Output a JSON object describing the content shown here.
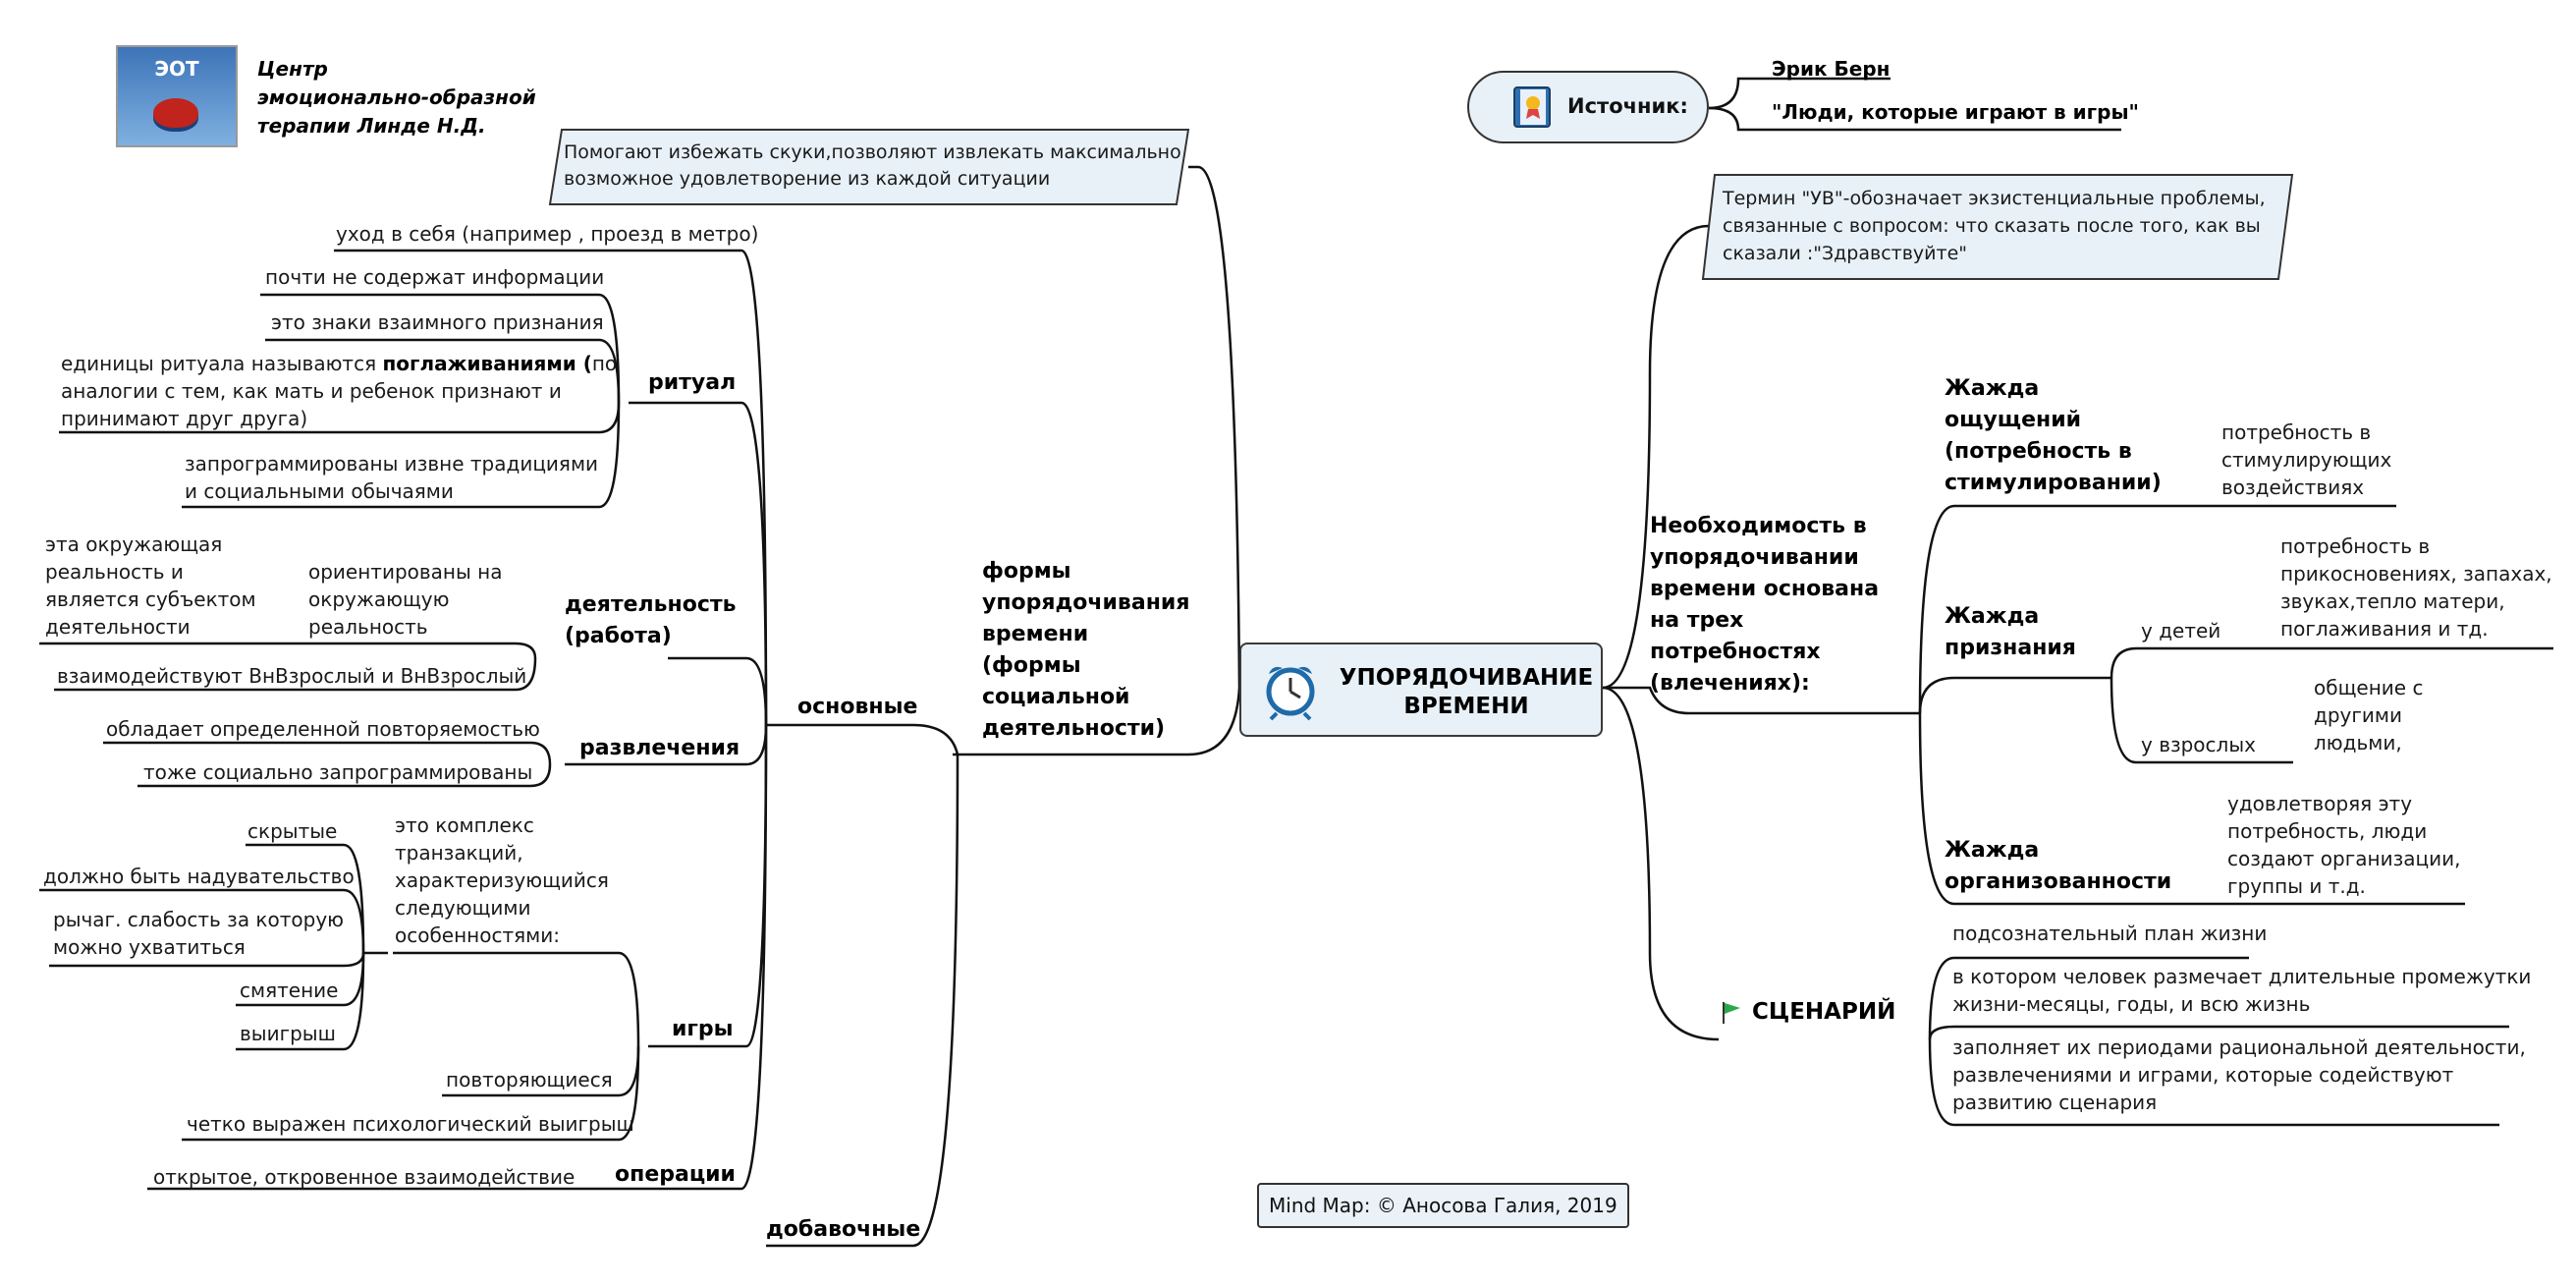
{
  "logo": {
    "badge": "ЭОТ",
    "title_lines": [
      "Центр",
      "эмоционально-образной",
      "терапии Линде Н.Д."
    ]
  },
  "central": {
    "title_lines": [
      "УПОРЯДОЧИВАНИЕ",
      "ВРЕМЕНИ"
    ]
  },
  "source": {
    "label": "Источник:",
    "author": "Эрик Берн",
    "book": "\"Люди, которые играют в игры\""
  },
  "left": {
    "note": [
      "Помогают избежать скуки,позволяют извлекать максимально",
      "возможное удовлетворение из каждой ситуации"
    ],
    "forms_title": [
      "формы",
      "упорядочивания",
      "времени",
      "(формы",
      "социальной",
      "деятельности)"
    ],
    "osnovnye": "основные",
    "dobavochnye": "добавочные",
    "withdrawal": "уход в себя (например , проезд в метро)",
    "ritual": {
      "label": "ритуал",
      "items": [
        "почти не содержат информации",
        "это знаки взаимного признания",
        "запрограммированы извне традициями",
        "и социальными обычаями"
      ],
      "stroke_pre": "единицы ритуала называются ",
      "stroke_bold": "поглаживаниями (",
      "stroke_post": "по",
      "stroke_line2": "аналогии с тем, как мать и ребенок признают  и",
      "stroke_line3": "принимают друг друга)"
    },
    "activity": {
      "label_lines": [
        "деятельность",
        "(работа)"
      ],
      "oriented": [
        "ориентированы на",
        "окружающую",
        "реальность"
      ],
      "reality": [
        "эта окружающая",
        "реальность  и",
        "является субъектом",
        "деятельности"
      ],
      "interact": "взаимодействуют ВнВзрослый и ВнВзрослый"
    },
    "pastimes": {
      "label": "развлечения",
      "items": [
        "обладает определенной повторяемостью",
        "тоже социально запрограммированы"
      ]
    },
    "games": {
      "label": "игры",
      "definition": [
        "это комплекс",
        "транзакций,",
        "характеризующийся",
        "следующими",
        "особенностями:"
      ],
      "hidden": "скрытые",
      "deceit": "должно быть надувательство",
      "lever": [
        "рычаг. слабость за которую",
        "можно ухватиться"
      ],
      "confusion": "смятение",
      "win": "выигрыш",
      "repeating": "повторяющиеся",
      "payoff": "четко выражен психологический выигрыш"
    },
    "operations": {
      "label": "операции",
      "item": "открытое, откровенное взаимодействие"
    }
  },
  "right": {
    "term": [
      "Термин \"УВ\"-обозначает экзистенциальные проблемы,",
      "связанные с вопросом: что сказать  после того, как вы",
      "сказали :\"Здравствуйте\""
    ],
    "needs_title": [
      "Необходимость в",
      "упорядочивании",
      "времени основана",
      "на трех",
      "потребностях",
      "(влечениях):"
    ],
    "stimulus": {
      "label": [
        "Жажда",
        "ощущений",
        "(потребность в",
        "стимулировании)"
      ],
      "desc": [
        "потребность в",
        "стимулирующих",
        "воздействиях"
      ]
    },
    "recognition": {
      "label": [
        "Жажда",
        "признания"
      ],
      "children": "у детей",
      "children_desc": [
        "потребность в",
        "прикосновениях, запахах,",
        "звуках,тепло матери,",
        "поглаживания и тд."
      ],
      "adults": "у взрослых",
      "adults_desc": [
        "общение с",
        "другими",
        "людьми,"
      ]
    },
    "structure": {
      "label": [
        "Жажда",
        "организованности"
      ],
      "desc": [
        "удовлетворяя эту",
        "потребность, люди",
        "создают организации,",
        "группы и т.д."
      ]
    },
    "scenario": {
      "label": "СЦЕНАРИЙ",
      "items": [
        [
          "подсознательный план жизни"
        ],
        [
          "в котором человек размечает длительные промежутки",
          "жизни-месяцы, годы, и всю жизнь"
        ],
        [
          "заполняет их периодами рациональной деятельности,",
          "развлечениями и играми, которые содействуют",
          "развитию сценария"
        ]
      ]
    }
  },
  "footer": "Mind Map: © Аносова Галия, 2019"
}
